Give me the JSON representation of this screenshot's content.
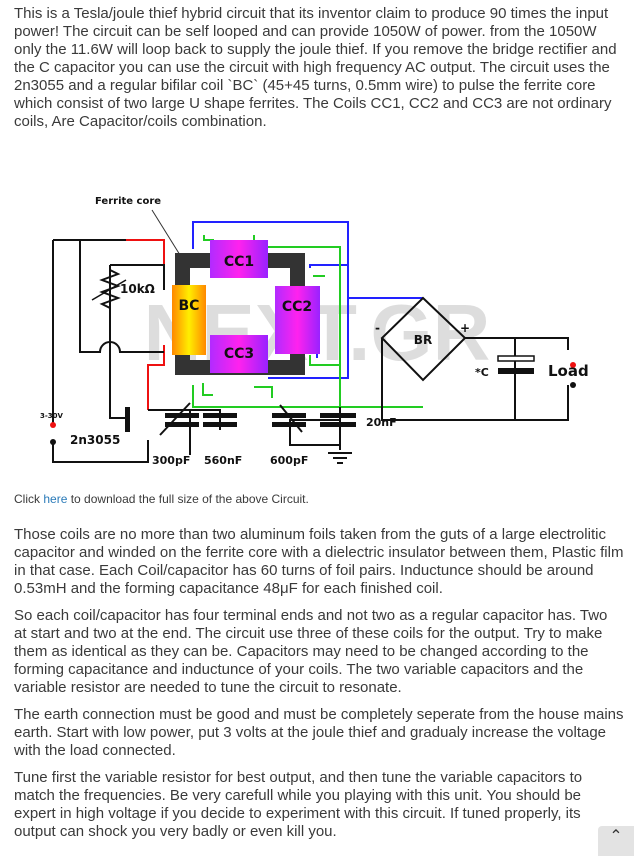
{
  "intro": "This is a Tesla/joule thief hybrid circuit that its inventor claim to produce 90 times the input power! The circuit can be self looped and can provide 1050W of power. from the 1050W only the 11.6W will loop back to supply the joule thief. If you remove the bridge rectifier and the C capacitor you can use the circuit with high frequency AC output. The circuit uses the 2n3055 and a regular bifilar coil `BC` (45+45 turns, 0.5mm wire) to pulse the ferrite core which consist of two large U shape ferrites. The Coils CC1, CC2 and CC3 are not ordinary coils, Are Capacitor/coils combination.",
  "diagram": {
    "ferrite_core": "Ferrite core",
    "cc1": "CC1",
    "cc2": "CC2",
    "cc3": "CC3",
    "bc": "BC",
    "resistor": "10kΩ",
    "bridge": "BR",
    "cap_c": "*C",
    "load": "Load",
    "supply": "3-30V",
    "transistor": "2n3055",
    "c300": "300pF",
    "c560": "560nF",
    "c600": "600pF",
    "c20": "20nF",
    "plus": "+",
    "minus": "-",
    "watermark": "NEXT.GR"
  },
  "download": {
    "prefix": "Click ",
    "link": "here",
    "suffix": " to download the full size of the above Circuit."
  },
  "para2": "Those coils are no more than two aluminum foils taken from the guts of a large electrolitic capacitor and winded on the ferrite core with a dielectric insulator between them, Plastic film in that case.  Each Coil/capacitor has 60 turns of foil pairs. Inductunce should be around 0.53mH and the forming capacitance 48μF for each finished coil.",
  "para3": "So each coil/capacitor has four terminal ends and not two as a regular capacitor has. Two at start and two at the end.  The circuit use three of these coils for the output. Try to make them as identical as they can be. Capacitors may need to be changed according to the forming capacitance and inductunce of your coils. The two variable capacitors and the variable resistor are needed to tune the circuit to resonate.",
  "para4": "The earth connection must be good and must be completely seperate from the house mains earth.  Start with low power, put 3 volts at the joule thief and gradualy increase the voltage with the load connected.",
  "para5": "Tune first the variable resistor for best output,  and then tune the variable capacitors to match the frequencies. Be very carefull while you playing with this unit.  You should be expert in high voltage if you decide to experiment with this circuit. If tuned properly, its output can shock you very badly or even kill you.",
  "scroll_top": "⌃"
}
